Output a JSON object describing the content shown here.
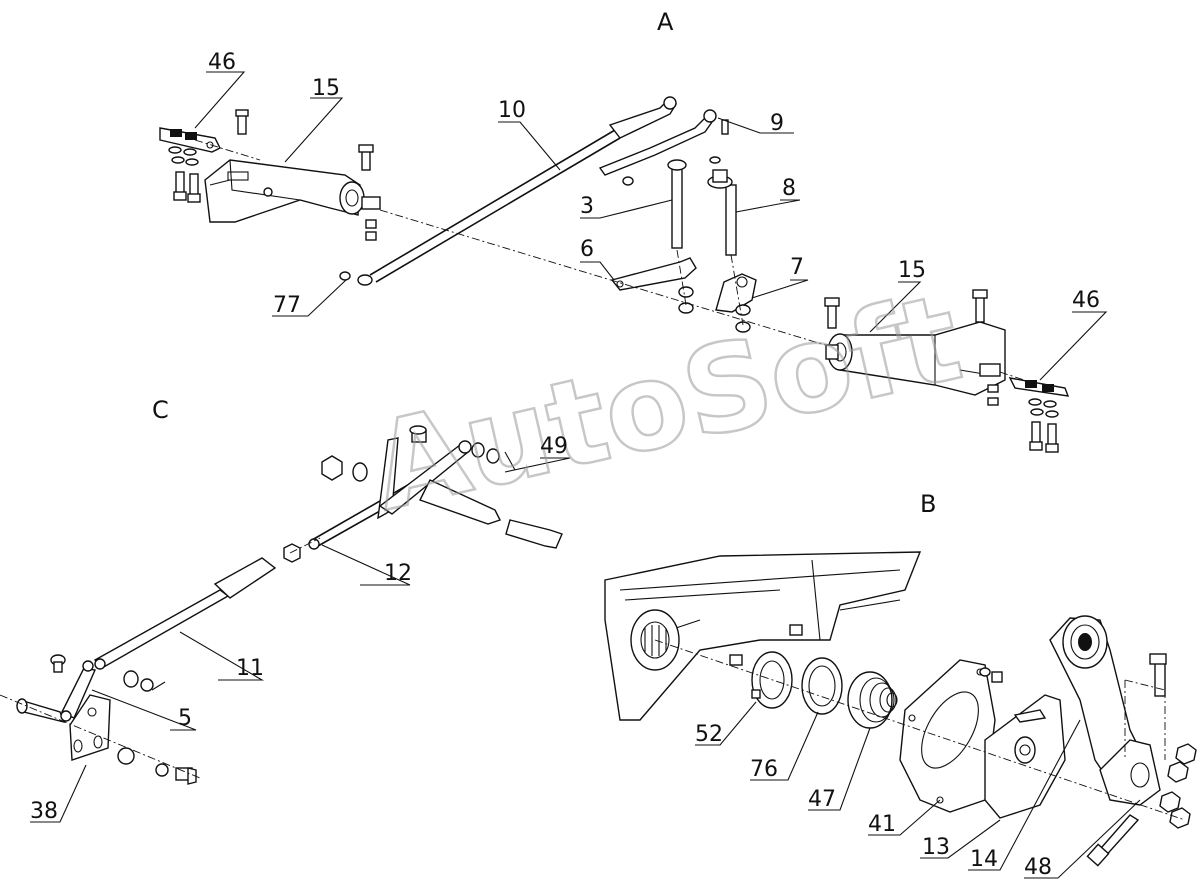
{
  "groups": {
    "a": "A",
    "b": "B",
    "c": "C"
  },
  "watermark": "AutoSoft",
  "callouts": {
    "c46_left": "46",
    "c15_left": "15",
    "c10": "10",
    "c9": "9",
    "c3": "3",
    "c8": "8",
    "c6": "6",
    "c7": "7",
    "c77": "77",
    "c15_right": "15",
    "c46_right": "46",
    "c49": "49",
    "c12": "12",
    "c11": "11",
    "c5": "5",
    "c38": "38",
    "c52": "52",
    "c76": "76",
    "c47": "47",
    "c41": "41",
    "c13": "13",
    "c14": "14",
    "c48": "48"
  }
}
